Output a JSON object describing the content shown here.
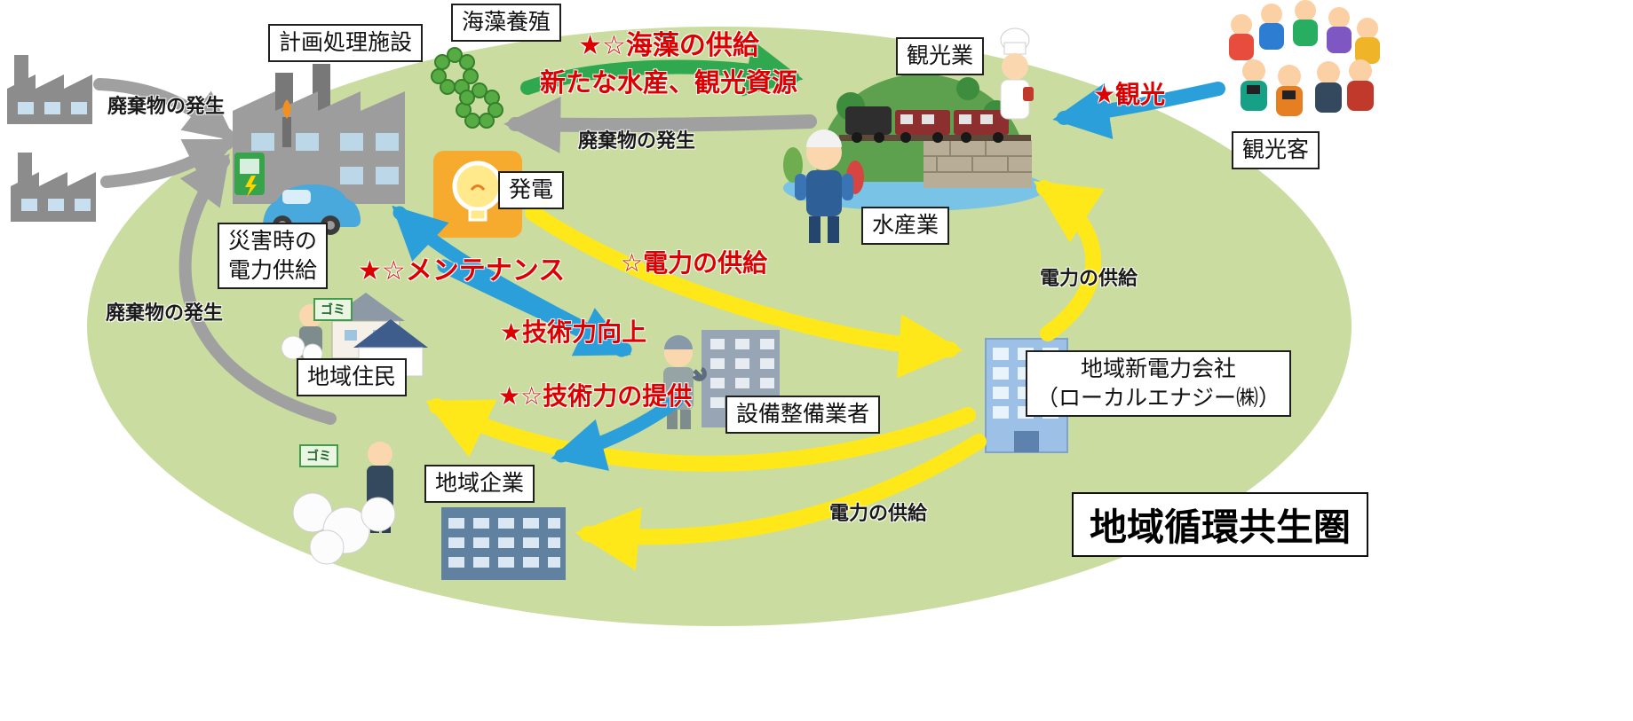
{
  "title": "地域循環共生圏",
  "nodes": {
    "processing_facility": "計画処理施設",
    "seaweed_farm": "海藻養殖",
    "tourism_industry": "観光業",
    "tourists": "観光客",
    "fishery": "水産業",
    "power_generation": "発電",
    "emergency_power": "災害時の\n電力供給",
    "residents": "地域住民",
    "companies": "地域企業",
    "contractor": "設備整備業者",
    "power_company": "地域新電力会社\n（ローカルエナジー㈱）"
  },
  "flows": {
    "seaweed_supply": "★☆海藻の供給",
    "seaweed_supply_sub": "新たな水産、観光資源",
    "sightseeing": "★観光",
    "maintenance": "★☆メンテナンス",
    "power_supply_star": "☆電力の供給",
    "tech_improvement": "★技術力向上",
    "tech_provision": "★☆技術力の提供",
    "waste_top_left": "廃棄物の発生",
    "waste_center": "廃棄物の発生",
    "waste_left": "廃棄物の発生",
    "power_supply_right": "電力の供給",
    "power_supply_bottom": "電力の供給"
  },
  "signs": {
    "trash_sign_residents": "ゴミ",
    "trash_sign_companies": "ゴミ"
  },
  "colors": {
    "region_fill": "#cbdca1",
    "waste_arrow": "#a0a0a0",
    "seaweed_arrow": "#2fa84f",
    "exchange_arrow_blue": "#2b9fd9",
    "power_arrow": "#ffe819",
    "flow_label_red": "#dd0000"
  }
}
